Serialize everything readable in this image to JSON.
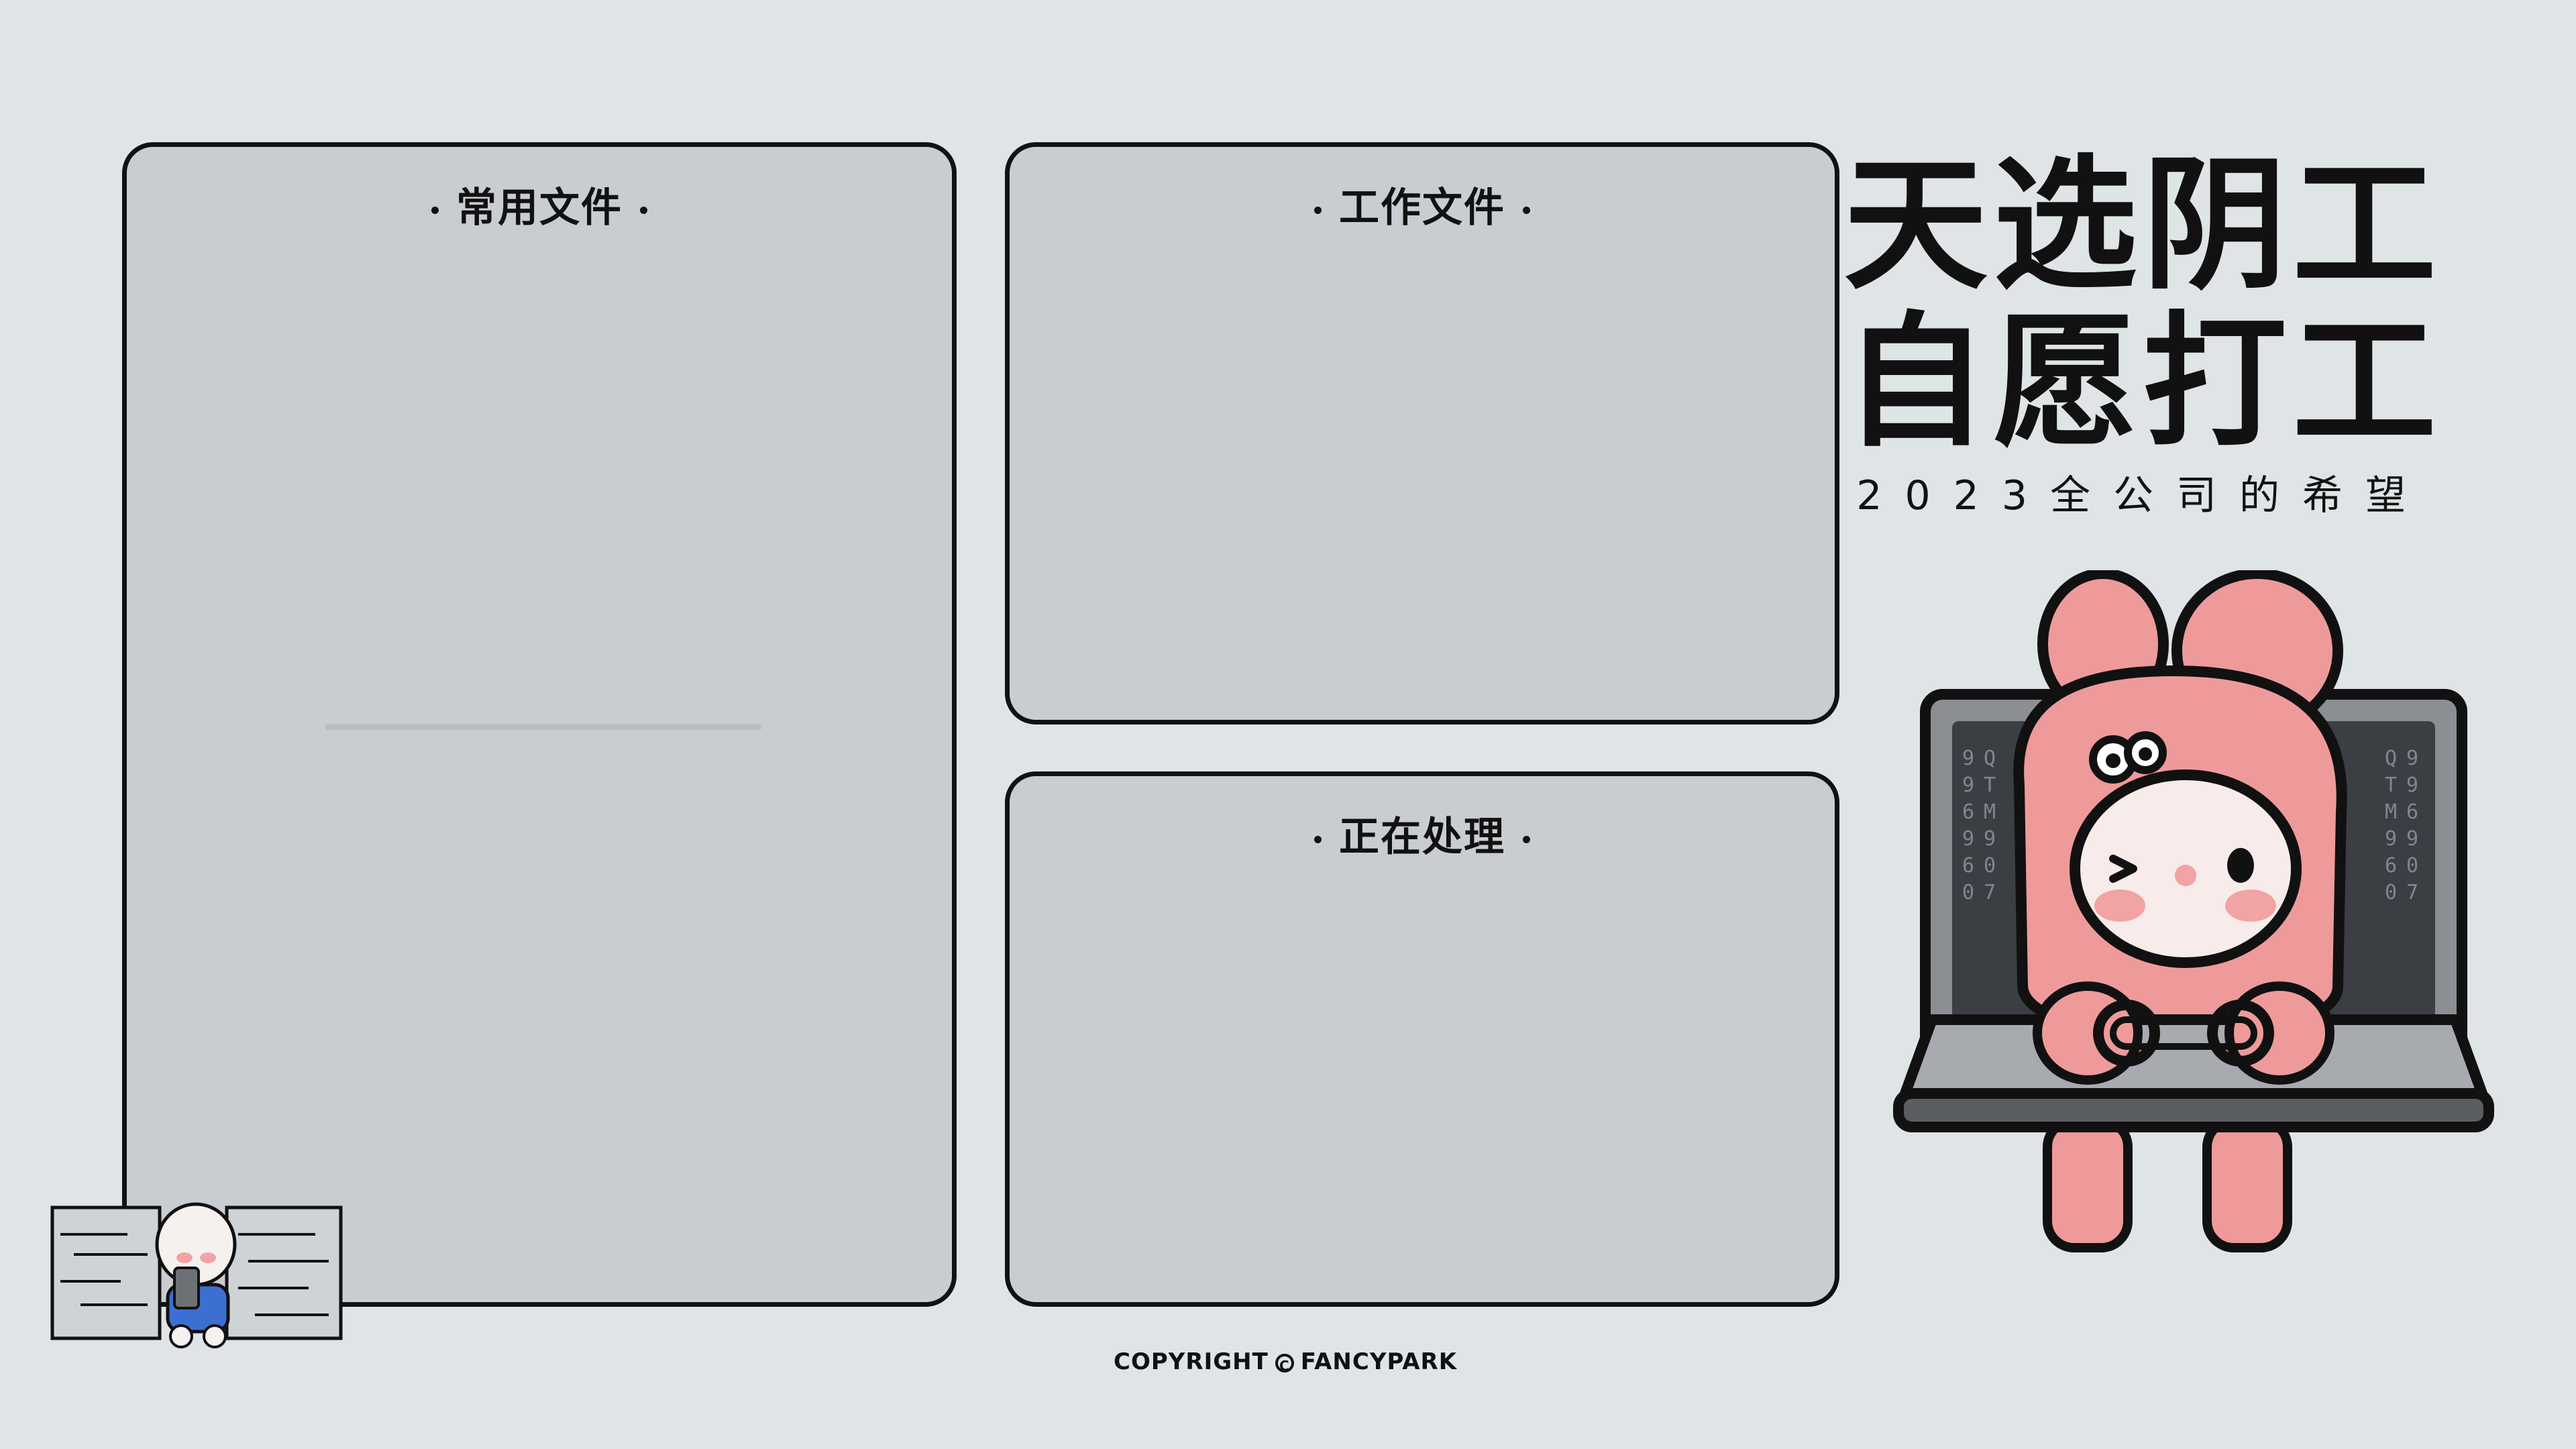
{
  "panels": {
    "common": {
      "title": "常用文件"
    },
    "work": {
      "title": "工作文件"
    },
    "processing": {
      "title": "正在处理"
    }
  },
  "slogan": {
    "line1": "天选阴工",
    "line2": "自愿打工",
    "subtitle": "2023全公司的希望"
  },
  "copyright": {
    "prefix": "COPYRIGHT",
    "symbol": "C",
    "brand": "FANCYPARK"
  },
  "laptop_screen_chars": {
    "left": [
      "9",
      "Q",
      "9",
      "T",
      "6",
      "M",
      "9",
      "9",
      "6",
      "0",
      "0",
      "7"
    ],
    "right": [
      "Q",
      "9",
      "T",
      "9",
      "M",
      "6",
      "9",
      "9",
      "6",
      "0",
      "0",
      "7"
    ]
  },
  "colors": {
    "background": "#dfe4e6",
    "panel": "#c9cdd1",
    "accent_pink": "#ef9a9a",
    "outline": "#111111"
  }
}
